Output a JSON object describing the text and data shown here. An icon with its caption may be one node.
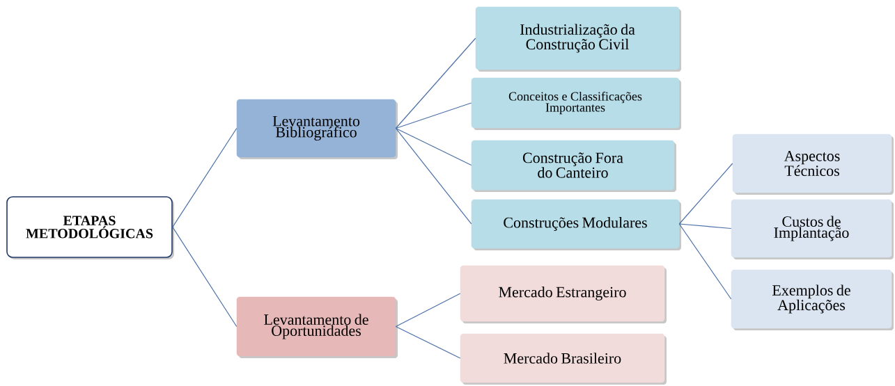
{
  "diagram": {
    "nodes": [
      {
        "text": [
          "ETAPAS METODOLÓGICAS"
        ]
      },
      {
        "text": [
          "Levantamento Bibliográfico"
        ]
      },
      {
        "text": [
          "Industrialização da Construção Civil"
        ]
      },
      {
        "text": [
          "Conceitos e Classificações Importantes"
        ]
      },
      {
        "text": [
          "Construção Fora do Canteiro"
        ]
      },
      {
        "text": [
          "Construções Modulares"
        ]
      },
      {
        "text": [
          "Aspectos Técnicos"
        ]
      },
      {
        "text": [
          "Custos de Implantação"
        ]
      },
      {
        "text": [
          "Exemplos de Aplicações"
        ]
      },
      {
        "text": [
          "Levantamento de Oportunidades"
        ]
      },
      {
        "text": [
          "Mercado Estrangeiro"
        ]
      },
      {
        "text": [
          "Mercado Brasileiro"
        ]
      }
    ],
    "edges": [
      {
        "from": 0,
        "to": 1,
        "arrow": "none"
      },
      {
        "from": 0,
        "to": 9,
        "arrow": "none"
      },
      {
        "from": 1,
        "to": 2,
        "arrow": "none"
      },
      {
        "from": 1,
        "to": 3,
        "arrow": "none"
      },
      {
        "from": 1,
        "to": 4,
        "arrow": "none"
      },
      {
        "from": 1,
        "to": 5,
        "arrow": "none"
      },
      {
        "from": 5,
        "to": 6,
        "arrow": "none"
      },
      {
        "from": 5,
        "to": 7,
        "arrow": "none"
      },
      {
        "from": 5,
        "to": 8,
        "arrow": "none"
      },
      {
        "from": 9,
        "to": 10,
        "arrow": "none"
      },
      {
        "from": 9,
        "to": 11,
        "arrow": "none"
      }
    ]
  }
}
